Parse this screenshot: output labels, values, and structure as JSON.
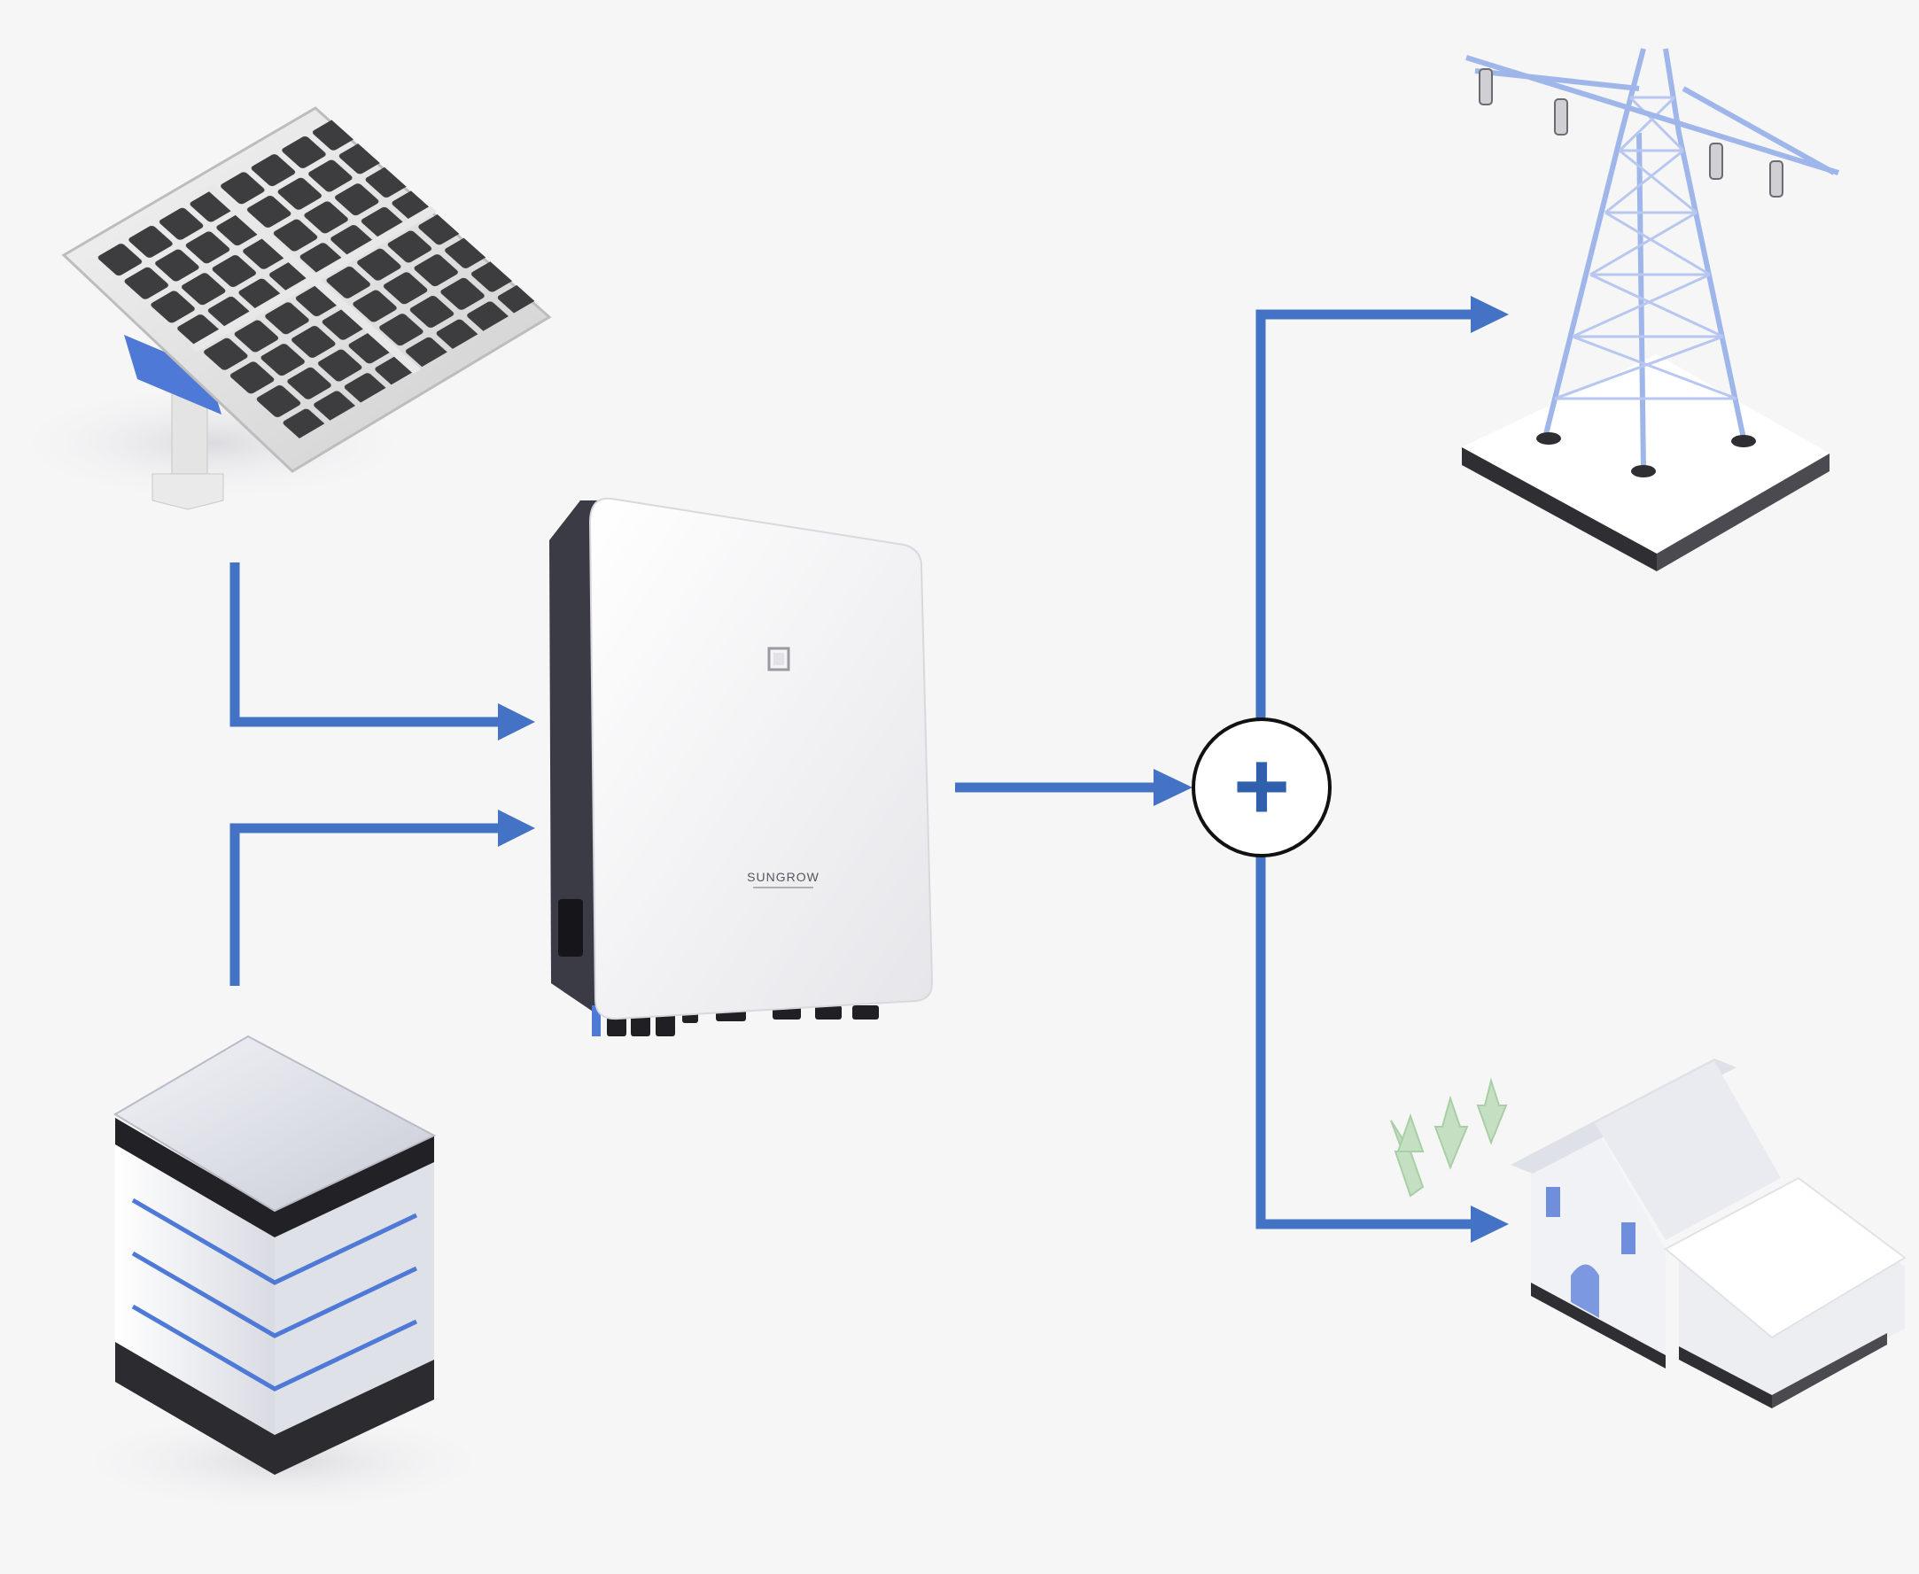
{
  "diagram": {
    "inverter": {
      "brand_text": "SUNGROW",
      "icon": "hybrid-inverter-icon"
    },
    "junction": {
      "symbol": "+"
    },
    "sources": [
      {
        "id": "solar-panel",
        "icon": "solar-panel-icon"
      },
      {
        "id": "battery",
        "icon": "battery-storage-icon"
      }
    ],
    "sinks": [
      {
        "id": "grid",
        "icon": "power-pylon-icon"
      },
      {
        "id": "home",
        "icon": "house-icon"
      }
    ],
    "flows": [
      {
        "from": "solar-panel",
        "to": "inverter"
      },
      {
        "from": "battery",
        "to": "inverter"
      },
      {
        "from": "inverter",
        "to": "junction"
      },
      {
        "from": "junction",
        "to": "grid"
      },
      {
        "from": "junction",
        "to": "home"
      }
    ],
    "colors": {
      "flow_line": "#4472c4",
      "junction_symbol": "#2f5fad",
      "background": "#f6f6f7"
    }
  }
}
